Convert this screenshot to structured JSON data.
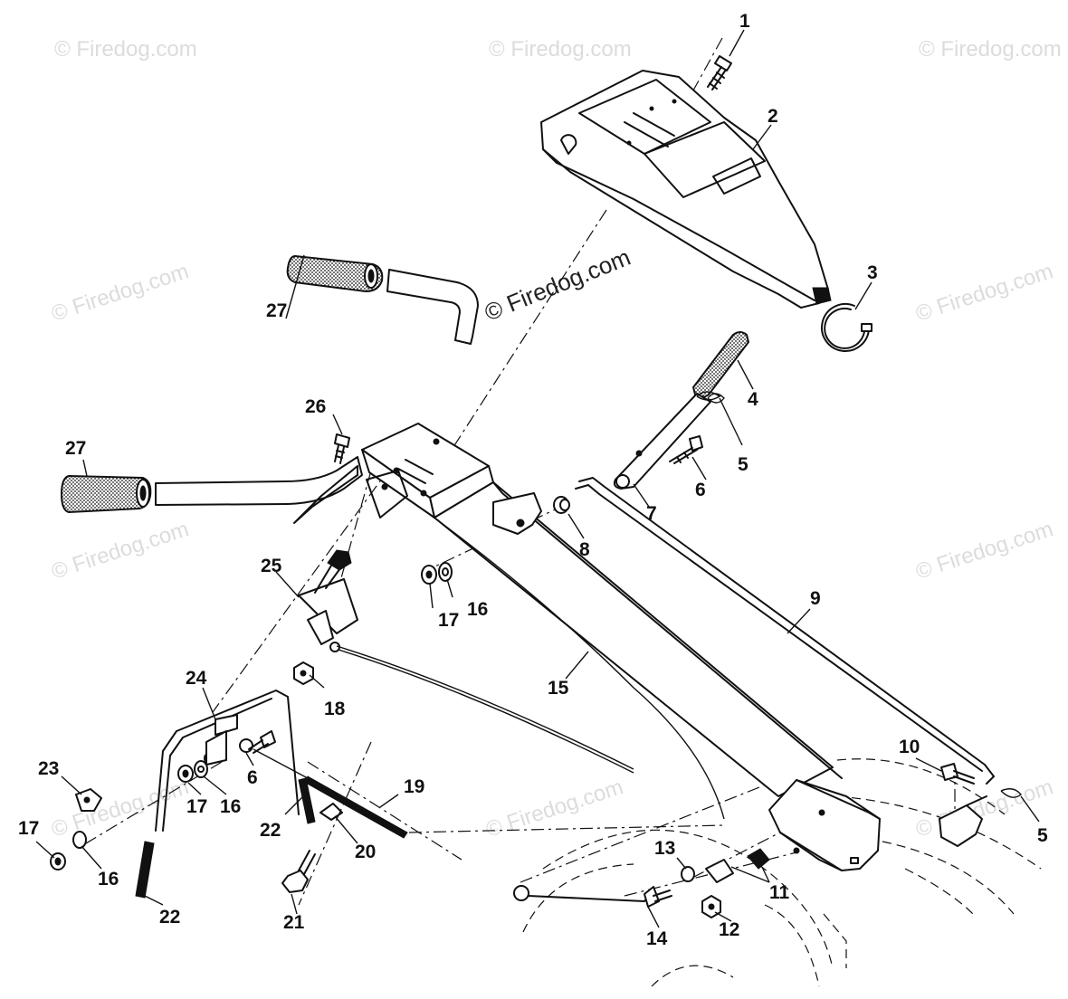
{
  "watermark": {
    "text": "© Firedog.com",
    "text_center": "© Firedog.com"
  },
  "part_numbers": [
    "1",
    "2",
    "3",
    "4",
    "5",
    "5",
    "6",
    "6",
    "7",
    "8",
    "9",
    "10",
    "11",
    "12",
    "13",
    "14",
    "15",
    "16",
    "16",
    "16",
    "17",
    "17",
    "17",
    "18",
    "19",
    "20",
    "21",
    "22",
    "22",
    "23",
    "24",
    "25",
    "26",
    "27",
    "27"
  ]
}
